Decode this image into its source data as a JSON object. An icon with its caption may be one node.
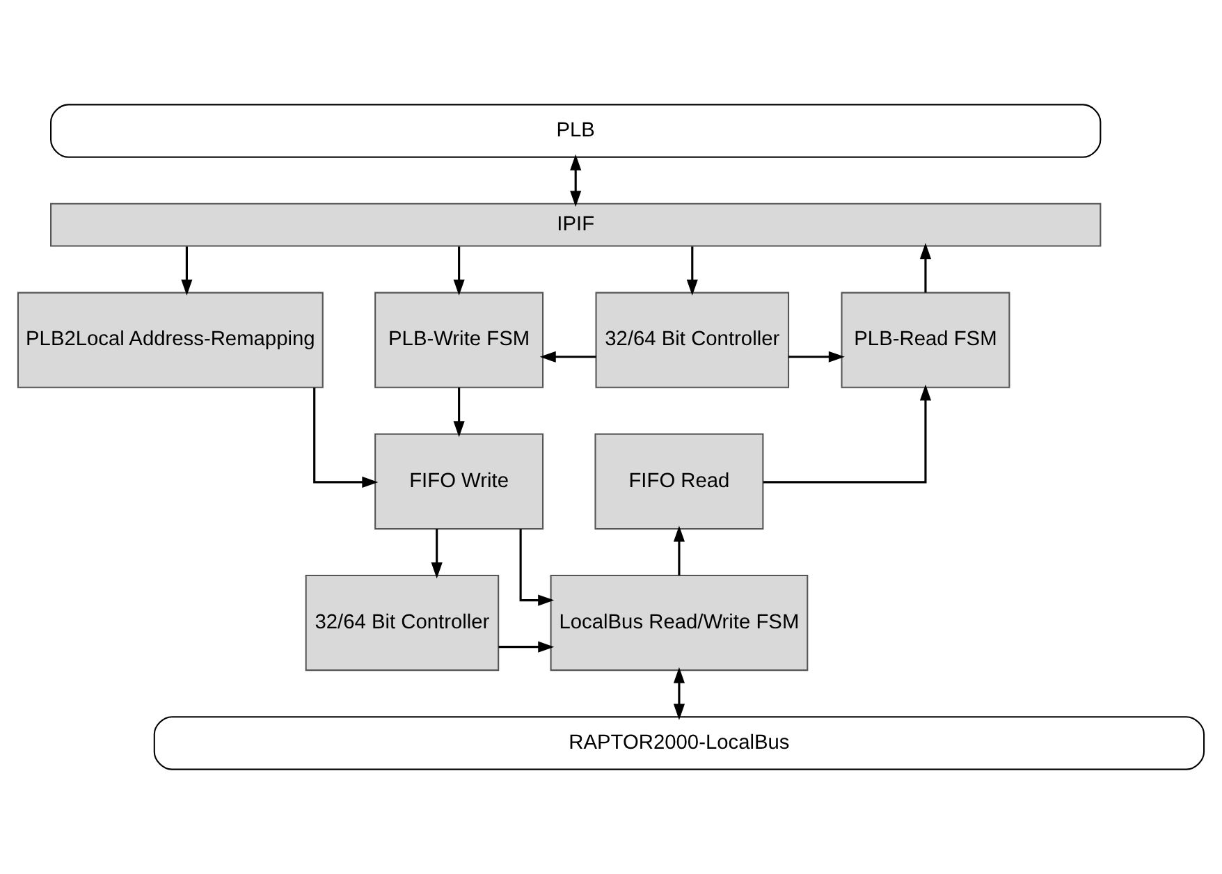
{
  "diagram": {
    "nodes": [
      {
        "text": [
          "PLB"
        ]
      },
      {
        "text": [
          "IPIF"
        ]
      },
      {
        "text": [
          "PLB2Local Address-Remapping"
        ]
      },
      {
        "text": [
          "PLB-Write FSM"
        ]
      },
      {
        "text": [
          "32/64 Bit Controller"
        ]
      },
      {
        "text": [
          "PLB-Read FSM"
        ]
      },
      {
        "text": [
          "FIFO Write"
        ]
      },
      {
        "text": [
          "FIFO Read"
        ]
      },
      {
        "text": [
          "32/64 Bit Controller"
        ]
      },
      {
        "text": [
          "LocalBus Read/Write FSM"
        ]
      },
      {
        "text": [
          "RAPTOR2000-LocalBus"
        ]
      }
    ],
    "edges": [
      {
        "from": 0,
        "to": 1,
        "arrow": "both"
      },
      {
        "from": 1,
        "to": 2,
        "arrow": "to"
      },
      {
        "from": 1,
        "to": 3,
        "arrow": "to"
      },
      {
        "from": 1,
        "to": 4,
        "arrow": "to"
      },
      {
        "from": 5,
        "to": 1,
        "arrow": "to"
      },
      {
        "from": 4,
        "to": 3,
        "arrow": "to"
      },
      {
        "from": 4,
        "to": 5,
        "arrow": "to"
      },
      {
        "from": 2,
        "to": 6,
        "arrow": "to"
      },
      {
        "from": 3,
        "to": 6,
        "arrow": "to"
      },
      {
        "from": 7,
        "to": 5,
        "arrow": "to"
      },
      {
        "from": 6,
        "to": 8,
        "arrow": "to"
      },
      {
        "from": 6,
        "to": 9,
        "arrow": "to"
      },
      {
        "from": 9,
        "to": 7,
        "arrow": "to"
      },
      {
        "from": 8,
        "to": 9,
        "arrow": "to"
      },
      {
        "from": 9,
        "to": 10,
        "arrow": "both"
      }
    ]
  }
}
